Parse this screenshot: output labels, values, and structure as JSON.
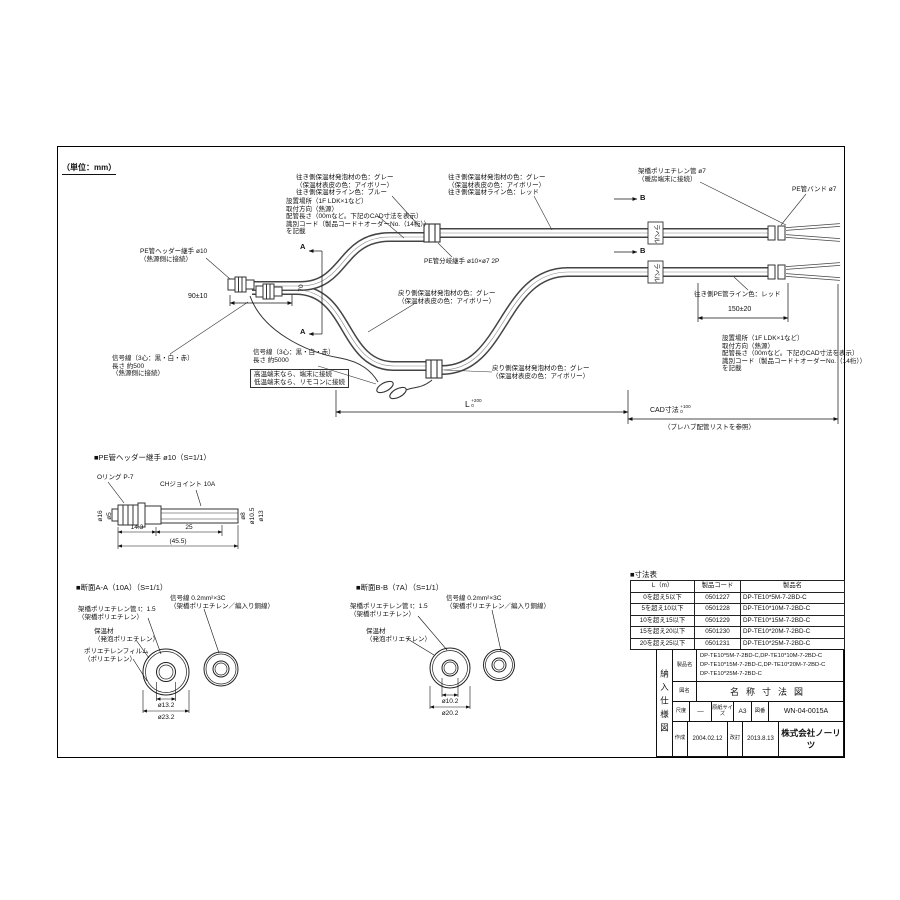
{
  "unit_note": "（単位：mm）",
  "annotations": {
    "instruction": "設置場所（1F LDK×1など）\n取付方向（熱源）\n配管長さ（00mなど。下記のCAD寸法を表示）\n識別コード（製品コード＋オーダーNo.（14桁））\nを記載",
    "supply_left": "往き側保温材発泡材の色：グレー\n（保温材表皮の色：アイボリー）\n往き側保温材ライン色：ブルー",
    "supply_right": "往き側保温材発泡材の色：グレー\n（保温材表皮の色：アイボリー）\n往き側保温材ライン色：レッド",
    "xpe_pipe": "架橋ポリエチレン管 ø7\n（暖房端末に接続）",
    "pe_band": "PE管バンド ø7",
    "branch_joint": "PE管分岐継手 ø10×ø7 2P",
    "return_upper": "戻り側保温材発泡材の色：グレー\n（保温材表皮の色：アイボリー）",
    "return_lower": "戻り側保温材発泡材の色：グレー\n（保温材表皮の色：アイボリー）",
    "supply_line_red": "往き側PE管ライン色：レッド",
    "header_joint": "PE管ヘッダー継手 ø10\n（熱源側に接続）",
    "signal_short": "信号線（3心：黒・白・赤）\n長さ 約500\n（熱源側に接続）",
    "signal_long": "信号線（3心：黒・白・赤）\n長さ 約5000",
    "signal_long_note": "高温端末なら、端末に接続\n低温端末なら、リモコンに接続",
    "dim_90": "90±10",
    "dim_150": "150±20",
    "dim_70": "70",
    "dim_L": {
      "name": "L",
      "up": "+200",
      "down": "0"
    },
    "dim_cad": {
      "name": "CAD寸法",
      "up": "+100",
      "down": "0"
    },
    "cad_note": "（プレハブ配管リストを参照）",
    "marker_a": "A",
    "marker_b": "B",
    "label_tag": "ラベル"
  },
  "detail": {
    "title": "■PE管ヘッダー継手 ø10（S=1/1）",
    "oring": "Oリング P-7",
    "ch_joint": "CHジョイント 10A",
    "dia_16": "ø16",
    "dia_5": "ø5",
    "dia_8": "ø8",
    "dia_10_5": "ø10.5",
    "dia_13": "ø13",
    "dim_14_3": "14.3",
    "dim_25": "25",
    "dim_total": "(45.5)"
  },
  "section_a": {
    "title": "■断面A-A（10A）（S=1/1）",
    "pipe": "架橋ポリエチレン管 t：1.5\n（架橋ポリエチレン）",
    "signal": "信号線 0.2mm²×3C\n（架橋ポリエチレン／編入り銅線）",
    "insulation": "保温材\n（発泡ポリエチレン）",
    "film": "ポリエチレンフィルム\n（ポリエチレン）",
    "dia_inner": "ø13.2",
    "dia_outer": "ø23.2"
  },
  "section_b": {
    "title": "■断面B-B（7A）（S=1/1）",
    "pipe": "架橋ポリエチレン管 t：1.5\n（架橋ポリエチレン）",
    "signal": "信号線 0.2mm²×3C\n（架橋ポリエチレン／編入り銅線）",
    "insulation": "保温材\n（発泡ポリエチレン）",
    "dia_inner": "ø10.2",
    "dia_outer": "ø20.2"
  },
  "size_table": {
    "title": "■寸法表",
    "headers": [
      "L（m）",
      "製品コード",
      "製品名"
    ],
    "rows": [
      [
        "0を超え5以下",
        "0501227",
        "DP-TE10*5M-7-2BD-C"
      ],
      [
        "5を超え10以下",
        "0501228",
        "DP-TE10*10M-7-2BD-C"
      ],
      [
        "10を超え15以下",
        "0501229",
        "DP-TE10*15M-7-2BD-C"
      ],
      [
        "15を超え20以下",
        "0501230",
        "DP-TE10*20M-7-2BD-C"
      ],
      [
        "20を超え25以下",
        "0501231",
        "DP-TE10*25M-7-2BD-C"
      ]
    ]
  },
  "title_block": {
    "doc_type_vertical": "納入仕様図",
    "product_label": "製品名",
    "product_values": "DP-TE10*5M-7-2BD-C,DP-TE10*10M-7-2BD-C\nDP-TE10*15M-7-2BD-C,DP-TE10*20M-7-2BD-C\nDP-TE10*25M-7-2BD-C",
    "drawing_name_label": "図名",
    "drawing_name": "名称寸法図",
    "scale_label": "尺度",
    "scale_value": "―",
    "paper_label": "原紙サイズ",
    "paper_value": "A3",
    "number_label": "図番",
    "number_value": "WN-04-0015A",
    "created_label": "作成",
    "created_value": "2004.02.12",
    "revised_label": "改訂",
    "revised_value": "2013.8.13",
    "company": "株式会社ノーリツ"
  }
}
